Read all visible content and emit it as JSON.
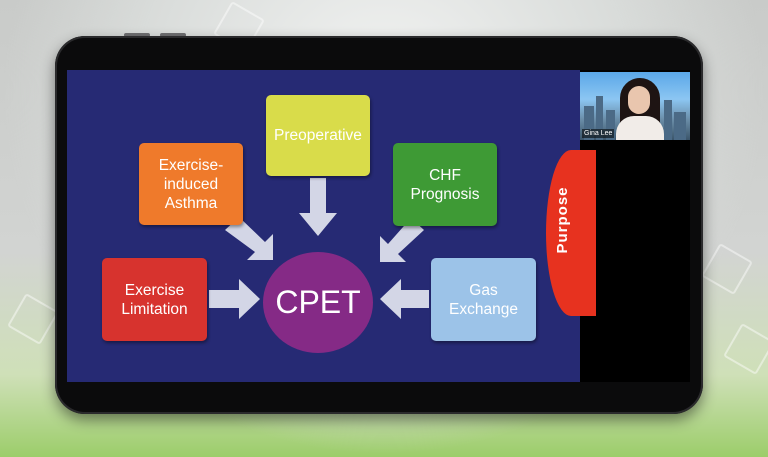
{
  "slide": {
    "center": "CPET",
    "boxes": {
      "exercise_limitation": "Exercise\nLimitation",
      "exercise_induced_asthma": "Exercise-\ninduced\nAsthma",
      "preoperative": "Preoperative",
      "chf_prognosis": "CHF\nPrognosis",
      "gas_exchange": "Gas\nExchange"
    },
    "badge": "Purpose"
  },
  "video": {
    "participant_name": "Gina Lee"
  },
  "colors": {
    "slide_bg": "#262a74",
    "exercise_limitation": "#d7332e",
    "exercise_induced_asthma": "#ef7a2b",
    "preoperative": "#d9dc4a",
    "chf_prognosis": "#3e9a35",
    "gas_exchange": "#9cc3e8",
    "center": "#852a86",
    "badge": "#e7321f"
  }
}
